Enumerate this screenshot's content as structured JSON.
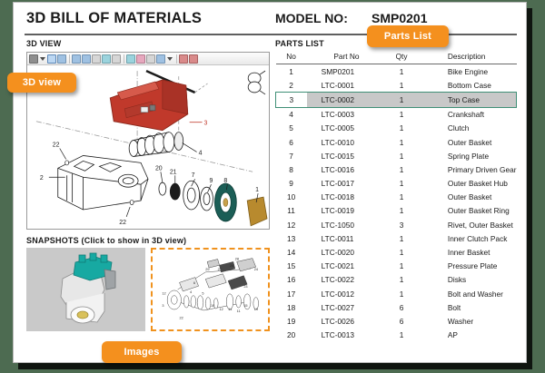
{
  "window": {
    "title": "3D BILL OF MATERIALS",
    "model_label": "MODEL NO:",
    "model_value": "SMP0201"
  },
  "sections": {
    "view3d_caption": "3D VIEW",
    "parts_caption": "PARTS LIST",
    "snapshots_caption": "SNAPSHOTS (Click to show in 3D view)"
  },
  "badges": {
    "view3d": "3D view",
    "parts_list": "Parts List",
    "images": "Images",
    "color": "#f4901e"
  },
  "toolbar": {
    "icons": [
      "save-icon",
      "save-dropdown-caret",
      "select-tool-icon",
      "window-select-icon",
      "pan-icon",
      "rotate-icon",
      "zoom-icon",
      "zoom-window-icon",
      "zoom-fit-icon",
      "view-front-icon",
      "view-iso-icon",
      "render-shaded-icon",
      "render-wireframe-icon",
      "render-dropdown-caret",
      "measure-icon",
      "section-icon"
    ]
  },
  "parts_table": {
    "columns": [
      "No",
      "Part No",
      "Qty",
      "Description"
    ],
    "selected_row_no": 3,
    "selection_border_color": "#3f8f76",
    "selection_fill_color": "#c8c8c8",
    "rows": [
      {
        "no": "1",
        "part_no": "SMP0201",
        "qty": "1",
        "description": "Bike Engine"
      },
      {
        "no": "2",
        "part_no": "LTC-0001",
        "qty": "1",
        "description": "Bottom Case"
      },
      {
        "no": "3",
        "part_no": "LTC-0002",
        "qty": "1",
        "description": "Top Case"
      },
      {
        "no": "4",
        "part_no": "LTC-0003",
        "qty": "1",
        "description": "Crankshaft"
      },
      {
        "no": "5",
        "part_no": "LTC-0005",
        "qty": "1",
        "description": "Clutch"
      },
      {
        "no": "6",
        "part_no": "LTC-0010",
        "qty": "1",
        "description": "Outer Basket"
      },
      {
        "no": "7",
        "part_no": "LTC-0015",
        "qty": "1",
        "description": "Spring Plate"
      },
      {
        "no": "8",
        "part_no": "LTC-0016",
        "qty": "1",
        "description": "Primary Driven Gear"
      },
      {
        "no": "9",
        "part_no": "LTC-0017",
        "qty": "1",
        "description": "Outer Basket Hub"
      },
      {
        "no": "10",
        "part_no": "LTC-0018",
        "qty": "1",
        "description": "Outer Basket"
      },
      {
        "no": "11",
        "part_no": "LTC-0019",
        "qty": "1",
        "description": "Outer Basket Ring"
      },
      {
        "no": "12",
        "part_no": "LTC-1050",
        "qty": "3",
        "description": "Rivet, Outer Basket"
      },
      {
        "no": "13",
        "part_no": "LTC-0011",
        "qty": "1",
        "description": "Inner Clutch Pack"
      },
      {
        "no": "14",
        "part_no": "LTC-0020",
        "qty": "1",
        "description": "Inner Basket"
      },
      {
        "no": "15",
        "part_no": "LTC-0021",
        "qty": "1",
        "description": "Pressure Plate"
      },
      {
        "no": "16",
        "part_no": "LTC-0022",
        "qty": "1",
        "description": "Disks"
      },
      {
        "no": "17",
        "part_no": "LTC-0012",
        "qty": "1",
        "description": "Bolt and Washer"
      },
      {
        "no": "18",
        "part_no": "LTC-0027",
        "qty": "6",
        "description": "Bolt"
      },
      {
        "no": "19",
        "part_no": "LTC-0026",
        "qty": "6",
        "description": "Washer"
      },
      {
        "no": "20",
        "part_no": "LTC-0013",
        "qty": "1",
        "description": "AP"
      }
    ]
  },
  "viewport_callouts": [
    "3",
    "22",
    "2",
    "4",
    "20",
    "21",
    "7",
    "9",
    "8",
    "1",
    "22"
  ],
  "highlighted_part": {
    "number": "3",
    "name": "Top Case",
    "color": "#c0392b"
  },
  "snapshots": [
    {
      "name": "engine-assembly-thumbnail",
      "selected": false
    },
    {
      "name": "clutch-exploded-thumbnail",
      "selected": true
    }
  ]
}
